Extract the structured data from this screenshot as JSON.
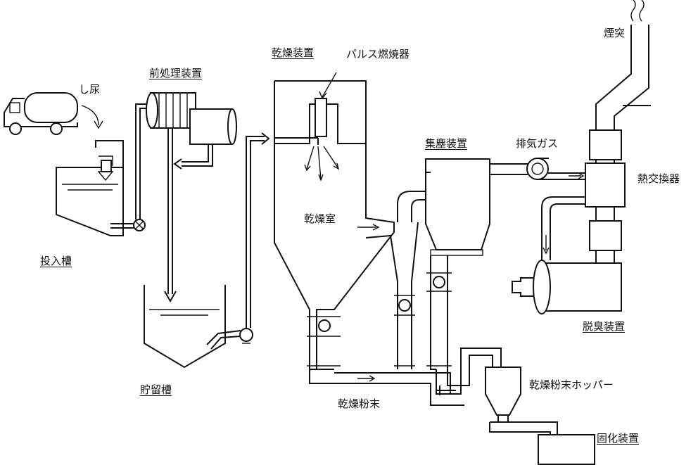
{
  "labels": {
    "shinyo": "し尿",
    "toyuso": "投入槽",
    "zenshori": "前処理装置",
    "choryuso": "貯留槽",
    "kansou_souchi": "乾燥装置",
    "pulse": "パルス燃焼器",
    "kansoushitsu": "乾燥室",
    "kansou_funmatsu": "乾燥粉末",
    "shujin": "集塵装置",
    "haiki": "排気ガス",
    "entotsu": "煙突",
    "netsukoukan": "熱交換器",
    "dasshu": "脱臭装置",
    "hopper": "乾燥粉末ホッパー",
    "koka": "固化装置"
  }
}
